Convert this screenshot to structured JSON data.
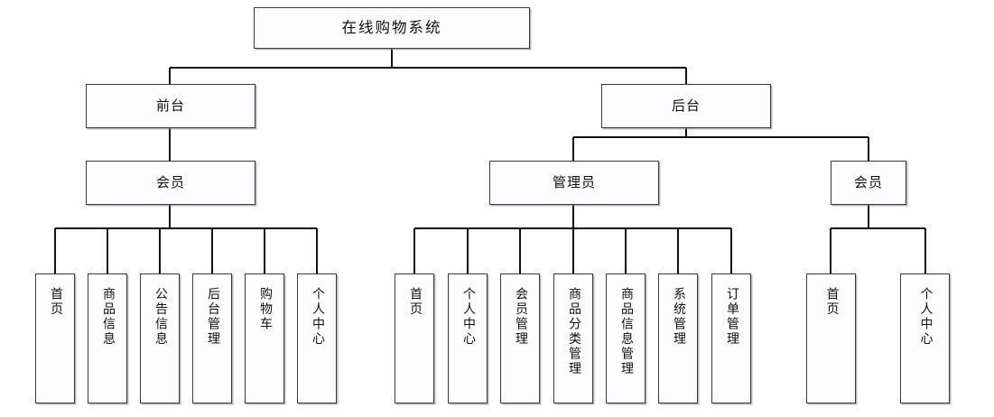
{
  "diagram": {
    "title": "在线购物系统",
    "type": "tree",
    "orientation": "top-down",
    "colors": {
      "box_fill": "#fdfdff",
      "box_border": "#3a3a3a",
      "connector": "#111111",
      "shadow": "#787d87",
      "background": "#ffffff"
    }
  },
  "nodes": {
    "root": {
      "label": "在线购物系统"
    },
    "level2": [
      {
        "id": "frontend",
        "label": "前台"
      },
      {
        "id": "backend",
        "label": "后台"
      }
    ],
    "level3": [
      {
        "id": "fe-member",
        "label": "会员",
        "parent": "frontend"
      },
      {
        "id": "be-admin",
        "label": "管理员",
        "parent": "backend"
      },
      {
        "id": "be-member",
        "label": "会员",
        "parent": "backend"
      }
    ],
    "frontend_member_leaves": [
      {
        "label": "首页"
      },
      {
        "label": "商品信息"
      },
      {
        "label": "公告信息"
      },
      {
        "label": "后台管理"
      },
      {
        "label": "购物车"
      },
      {
        "label": "个人中心"
      }
    ],
    "backend_admin_leaves": [
      {
        "label": "首页"
      },
      {
        "label": "个人中心"
      },
      {
        "label": "会员管理"
      },
      {
        "label": "商品分类管理"
      },
      {
        "label": "商品信息管理"
      },
      {
        "label": "系统管理"
      },
      {
        "label": "订单管理"
      }
    ],
    "backend_member_leaves": [
      {
        "label": "首页"
      },
      {
        "label": "个人中心"
      }
    ]
  }
}
